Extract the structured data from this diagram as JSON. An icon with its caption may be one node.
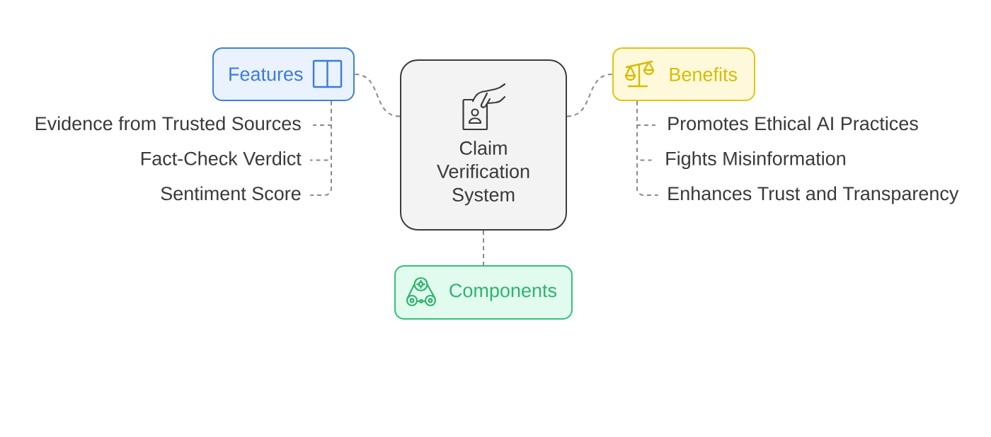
{
  "diagram": {
    "nodes": [
      {
        "text": [
          "Features"
        ]
      },
      {
        "text": [
          "Claim Verification System"
        ]
      },
      {
        "text": [
          "Benefits"
        ]
      },
      {
        "text": [
          "Evidence from Trusted Sources"
        ]
      },
      {
        "text": [
          "Fact-Check Verdict"
        ]
      },
      {
        "text": [
          "Sentiment Score"
        ]
      },
      {
        "text": [
          "Promotes Ethical AI Practices"
        ]
      },
      {
        "text": [
          "Fights Misinformation"
        ]
      },
      {
        "text": [
          "Enhances Trust and Transparency"
        ]
      },
      {
        "text": [
          "Components"
        ]
      }
    ],
    "edges": [
      {
        "from": 1,
        "to": 0,
        "arrow": "none",
        "style": "dashed"
      },
      {
        "from": 1,
        "to": 2,
        "arrow": "none",
        "style": "dashed"
      },
      {
        "from": 1,
        "to": 9,
        "arrow": "none",
        "style": "dashed"
      },
      {
        "from": 0,
        "to": 3,
        "arrow": "none",
        "style": "dashed"
      },
      {
        "from": 0,
        "to": 4,
        "arrow": "none",
        "style": "dashed"
      },
      {
        "from": 0,
        "to": 5,
        "arrow": "none",
        "style": "dashed"
      },
      {
        "from": 2,
        "to": 6,
        "arrow": "none",
        "style": "dashed"
      },
      {
        "from": 2,
        "to": 7,
        "arrow": "none",
        "style": "dashed"
      },
      {
        "from": 2,
        "to": 8,
        "arrow": "none",
        "style": "dashed"
      }
    ]
  }
}
